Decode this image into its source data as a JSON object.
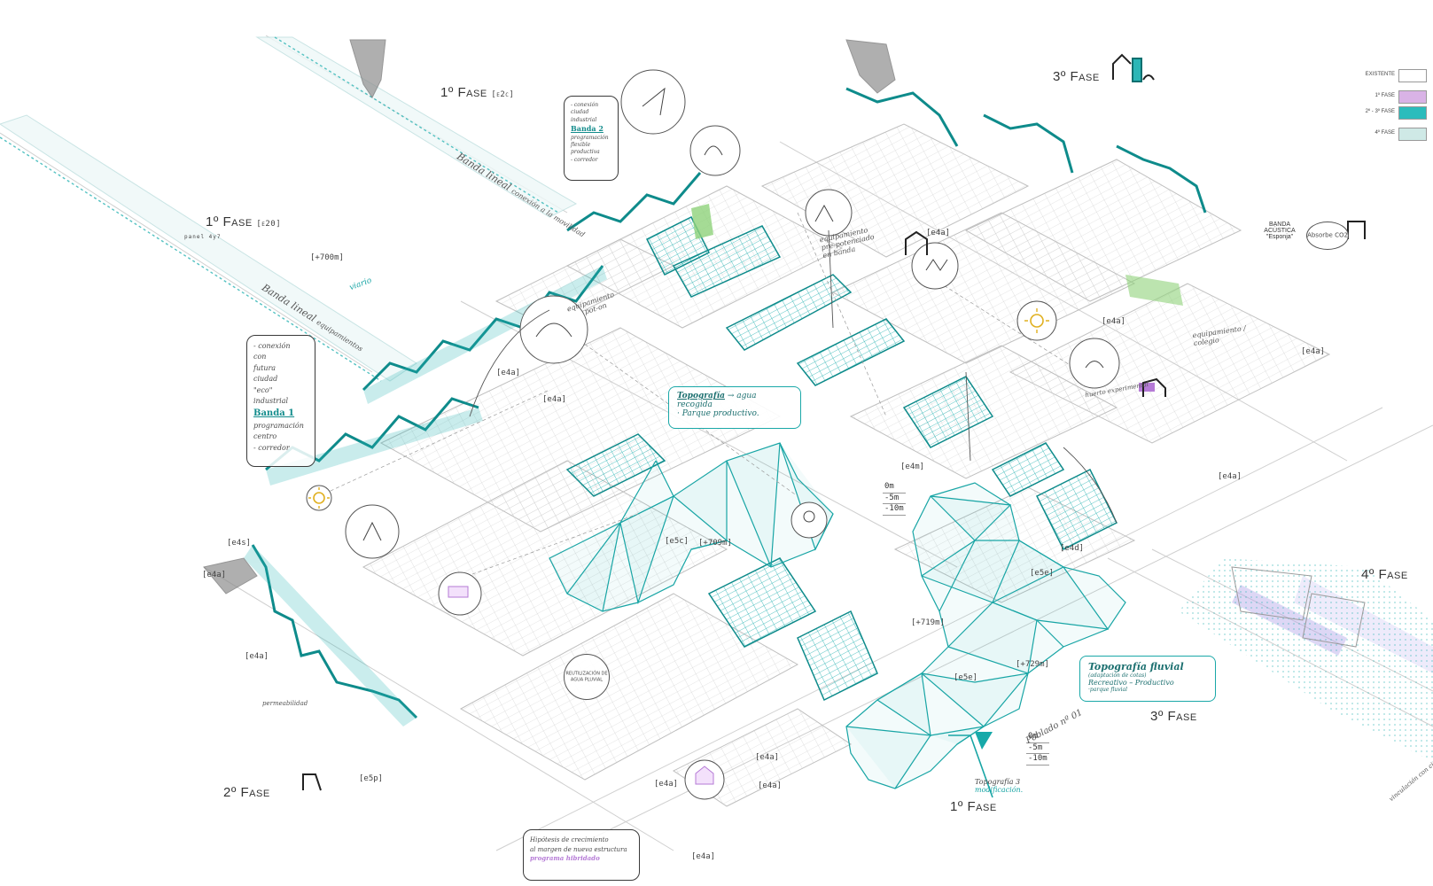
{
  "phases": {
    "p1a": "1º Fase",
    "p1a_code": "[e2c]",
    "p1b": "1º Fase",
    "p1b_code": "[e20]",
    "p1b_sub": "panel 4y7",
    "p2": "2º Fase",
    "p3a": "3º Fase",
    "p3b": "3º Fase",
    "p4": "4º Fase",
    "p1c": "1º Fase"
  },
  "legend": {
    "existing": "EXISTENTE",
    "phase1": "1º FASE",
    "phase23": "2º - 3º FASE",
    "phase4": "4º FASE",
    "colors": {
      "existing": "#ffffff",
      "phase1": "#d9b3e6",
      "phase23": "#2bbcbc",
      "phase4": "#cfe9e6"
    }
  },
  "tags": {
    "t1": "[e4a]",
    "t2": "[e4a]",
    "t3": "[e4a]",
    "t4": "[e4a]",
    "t5": "[e4a]",
    "t6": "[e4a]",
    "t7": "[e4m]",
    "t8": "[e4s]",
    "t9": "[e4a]",
    "t10": "[e4a]",
    "t11": "[e5c]",
    "t12": "[e5e]",
    "t13": "[e5e]",
    "t14": "[e4a]",
    "t15": "[e4d]",
    "t16": "[e4a]",
    "t17": "[e4a]",
    "t18": "[e4a]",
    "t19": "[e5p]"
  },
  "elevations": {
    "e700": "[+700m]",
    "e709": "[+709m]",
    "e719": "[+719m]",
    "e729": "[+729m]"
  },
  "depth_sign_1": [
    "0m",
    "-5m",
    "-10m"
  ],
  "depth_sign_2": [
    "0m",
    "-5m",
    "-10m"
  ],
  "notes": {
    "banda_lineal_a": "Banda lineal",
    "banda_lineal_a_sub": "conexión a la movilidad",
    "banda_lineal_b": "Banda lineal",
    "banda_lineal_b_sub": "equipamientos",
    "viario": "viario",
    "left_note": {
      "line1": "- conexión",
      "line2": "con",
      "line3": "futura",
      "line4": "ciudad",
      "line5": "\"eco\" industrial",
      "title": "Banda 1",
      "line6": "programación",
      "line7": "centro",
      "line8": "- corredor"
    },
    "top_note": {
      "line1": "- conexión",
      "line2": "ciudad",
      "line3": "industrial",
      "title": "Banda 2",
      "line4": "programación",
      "line5": "flexible",
      "line6": "productiva",
      "line7": "- corredor"
    },
    "equip_pot_a": "equipamiento",
    "equip_pot_b": "pot-on",
    "equip_banda_a": "equipamiento",
    "equip_banda_b": "pre-potenciado",
    "equip_banda_c": "en banda",
    "equip_colegio_a": "equipamiento /",
    "equip_colegio_b": "colegio",
    "huerto": "huerto experimental",
    "topo_1_title": "Topografía",
    "topo_1_arrow": "→ agua recogida",
    "topo_1_sub": "· Parque productivo.",
    "topo_2_title": "Topografía fluvial",
    "topo_2_sub1": "(adaptación de cotas)",
    "topo_2_sub2": "Recreativo – Productivo",
    "topo_2_sub3": "·parque fluvial",
    "topo_3_a": "Topografía 3",
    "topo_3_b": "modificación.",
    "poblado": "Poblado nº 01",
    "banda_acustica": "BANDA ACÚSTICA \"Esponja\"",
    "absorbe": "Absorbe CO2",
    "permeabilidad": "permeabilidad",
    "reutilizacion": "REUTILIZACIÓN DE AGUA PLUVIAL",
    "hipotesis_a": "Hipótesis de crecimiento",
    "hipotesis_b": "al margen de nueva estructura",
    "hipotesis_c": "programa hibridado",
    "vinculacion": "vinculación con ciudad"
  },
  "colors": {
    "teal": "#17a9a9",
    "teal_dark": "#0c6f6f",
    "violet": "#b57ad6",
    "green": "#7cc86a",
    "line": "#8a8a8a"
  }
}
